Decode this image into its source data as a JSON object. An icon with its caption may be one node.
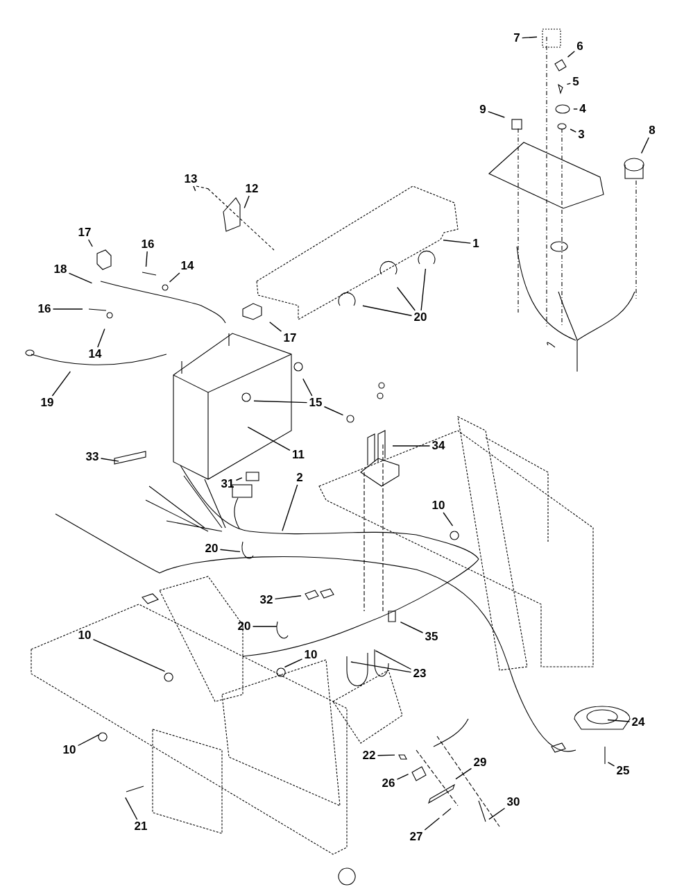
{
  "diagram": {
    "nodes": [
      {
        "text": [
          "7"
        ]
      },
      {
        "text": [
          "6"
        ]
      },
      {
        "text": [
          "5"
        ]
      },
      {
        "text": [
          "4"
        ]
      },
      {
        "text": [
          "3"
        ]
      },
      {
        "text": [
          "9"
        ]
      },
      {
        "text": [
          "8"
        ]
      },
      {
        "text": [
          "13"
        ]
      },
      {
        "text": [
          "12"
        ]
      },
      {
        "text": [
          "1"
        ]
      },
      {
        "text": [
          "17"
        ]
      },
      {
        "text": [
          "16"
        ]
      },
      {
        "text": [
          "14"
        ]
      },
      {
        "text": [
          "18"
        ]
      },
      {
        "text": [
          "16"
        ]
      },
      {
        "text": [
          "14"
        ]
      },
      {
        "text": [
          "19"
        ]
      },
      {
        "text": [
          "17"
        ]
      },
      {
        "text": [
          "20"
        ]
      },
      {
        "text": [
          "15"
        ]
      },
      {
        "text": [
          "11"
        ]
      },
      {
        "text": [
          "33"
        ]
      },
      {
        "text": [
          "31"
        ]
      },
      {
        "text": [
          "2"
        ]
      },
      {
        "text": [
          "34"
        ]
      },
      {
        "text": [
          "10"
        ]
      },
      {
        "text": [
          "20"
        ]
      },
      {
        "text": [
          "32"
        ]
      },
      {
        "text": [
          "20"
        ]
      },
      {
        "text": [
          "10"
        ]
      },
      {
        "text": [
          "10"
        ]
      },
      {
        "text": [
          "35"
        ]
      },
      {
        "text": [
          "23"
        ]
      },
      {
        "text": [
          "24"
        ]
      },
      {
        "text": [
          "10"
        ]
      },
      {
        "text": [
          "22"
        ]
      },
      {
        "text": [
          "29"
        ]
      },
      {
        "text": [
          "26"
        ]
      },
      {
        "text": [
          "30"
        ]
      },
      {
        "text": [
          "25"
        ]
      },
      {
        "text": [
          "21"
        ]
      },
      {
        "text": [
          "27"
        ]
      }
    ],
    "edges": [
      {
        "from": 0,
        "to": null,
        "arrow": "none"
      },
      {
        "from": 1,
        "to": null,
        "arrow": "none"
      },
      {
        "from": 2,
        "to": null,
        "arrow": "none"
      },
      {
        "from": 3,
        "to": null,
        "arrow": "none"
      },
      {
        "from": 4,
        "to": null,
        "arrow": "none"
      },
      {
        "from": 5,
        "to": null,
        "arrow": "none"
      },
      {
        "from": 6,
        "to": null,
        "arrow": "none"
      },
      {
        "from": 7,
        "to": null,
        "arrow": "none"
      },
      {
        "from": 8,
        "to": null,
        "arrow": "none"
      },
      {
        "from": 9,
        "to": null,
        "arrow": "none"
      },
      {
        "from": 10,
        "to": null,
        "arrow": "none"
      },
      {
        "from": 11,
        "to": null,
        "arrow": "none"
      },
      {
        "from": 12,
        "to": null,
        "arrow": "none"
      },
      {
        "from": 13,
        "to": null,
        "arrow": "none"
      },
      {
        "from": 14,
        "to": null,
        "arrow": "none"
      },
      {
        "from": 15,
        "to": null,
        "arrow": "none"
      },
      {
        "from": 16,
        "to": null,
        "arrow": "none"
      },
      {
        "from": 17,
        "to": null,
        "arrow": "none"
      },
      {
        "from": 18,
        "to": null,
        "arrow": "none"
      },
      {
        "from": 18,
        "to": null,
        "arrow": "none"
      },
      {
        "from": 18,
        "to": null,
        "arrow": "none"
      },
      {
        "from": 19,
        "to": null,
        "arrow": "none"
      },
      {
        "from": 19,
        "to": null,
        "arrow": "none"
      },
      {
        "from": 19,
        "to": null,
        "arrow": "none"
      },
      {
        "from": 20,
        "to": null,
        "arrow": "none"
      },
      {
        "from": 21,
        "to": null,
        "arrow": "none"
      },
      {
        "from": 22,
        "to": null,
        "arrow": "none"
      },
      {
        "from": 23,
        "to": null,
        "arrow": "none"
      },
      {
        "from": 24,
        "to": null,
        "arrow": "none"
      },
      {
        "from": 25,
        "to": null,
        "arrow": "none"
      },
      {
        "from": 26,
        "to": null,
        "arrow": "none"
      },
      {
        "from": 27,
        "to": null,
        "arrow": "none"
      },
      {
        "from": 28,
        "to": null,
        "arrow": "none"
      },
      {
        "from": 29,
        "to": null,
        "arrow": "none"
      },
      {
        "from": 30,
        "to": null,
        "arrow": "none"
      },
      {
        "from": 31,
        "to": null,
        "arrow": "none"
      },
      {
        "from": 32,
        "to": null,
        "arrow": "none"
      },
      {
        "from": 32,
        "to": null,
        "arrow": "none"
      },
      {
        "from": 33,
        "to": null,
        "arrow": "none"
      },
      {
        "from": 34,
        "to": null,
        "arrow": "none"
      },
      {
        "from": 35,
        "to": null,
        "arrow": "none"
      },
      {
        "from": 36,
        "to": null,
        "arrow": "none"
      },
      {
        "from": 37,
        "to": null,
        "arrow": "none"
      },
      {
        "from": 38,
        "to": null,
        "arrow": "none"
      },
      {
        "from": 39,
        "to": null,
        "arrow": "none"
      },
      {
        "from": 40,
        "to": null,
        "arrow": "none"
      },
      {
        "from": 41,
        "to": null,
        "arrow": "none"
      }
    ]
  }
}
